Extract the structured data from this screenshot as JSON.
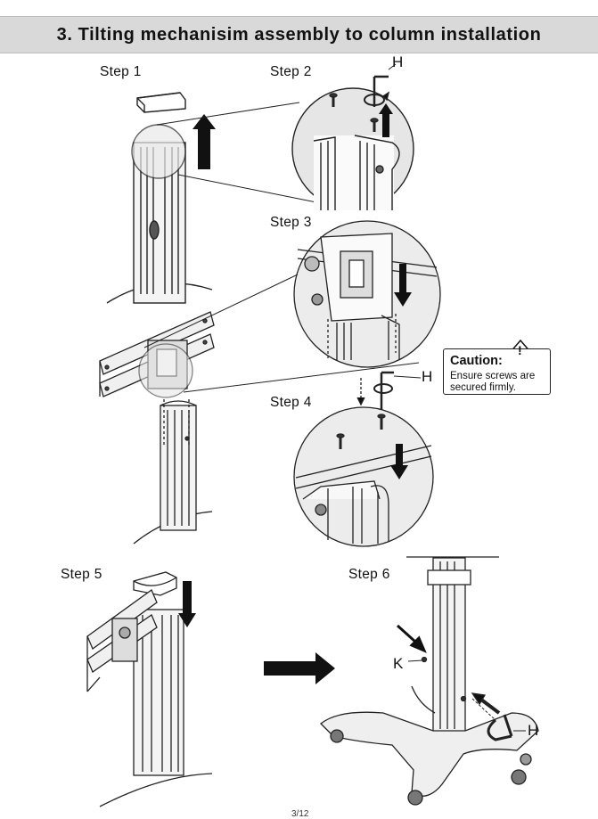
{
  "header": {
    "title": "3. Tilting mechanisim assembly to column installation"
  },
  "steps": {
    "step1": "Step 1",
    "step2": "Step 2",
    "step3": "Step 3",
    "step4": "Step 4",
    "step5": "Step 5",
    "step6": "Step 6"
  },
  "parts": {
    "h_label": "H",
    "k_label": "K"
  },
  "caution": {
    "title": "Caution:",
    "symbol": "!",
    "line1": "Ensure screws are",
    "line2": "secured firmly."
  },
  "footer": {
    "page_number": "3/12"
  }
}
